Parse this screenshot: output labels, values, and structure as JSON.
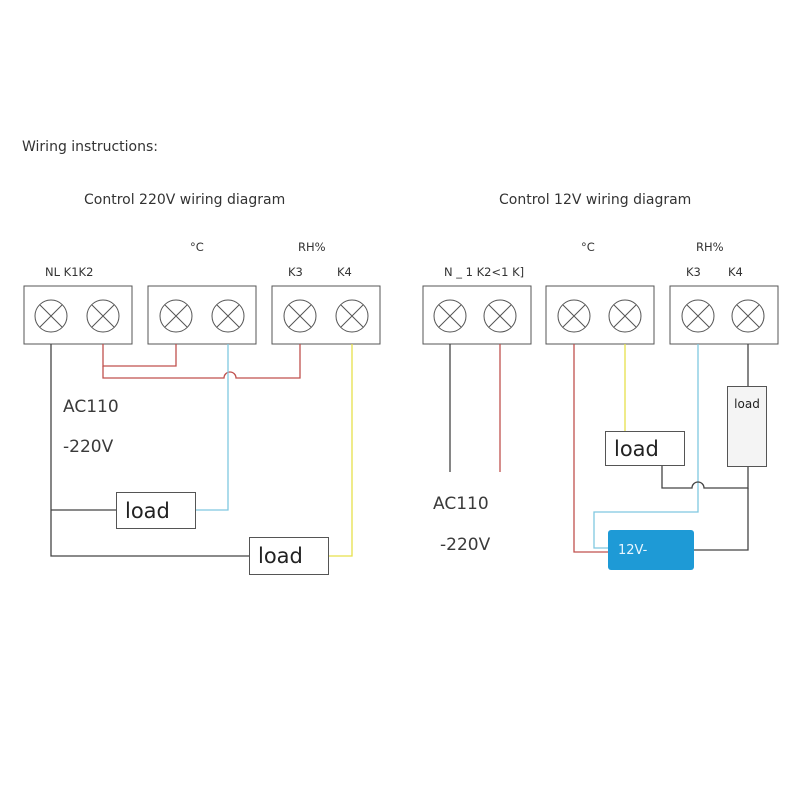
{
  "title": "Wiring instructions:",
  "left_diagram": {
    "heading": "Control 220V wiring diagram",
    "label_nl": "NL K1K2",
    "label_temp": "°C",
    "label_rh": "RH%",
    "label_k3": "K3",
    "label_k4": "K4",
    "ac_line1": "AC110",
    "ac_line2": "-220V",
    "load_a": "load",
    "load_b": "load"
  },
  "right_diagram": {
    "heading": "Control 12V wiring diagram",
    "label_n": "N _ 1 K2<1 K]",
    "label_temp": "°C",
    "label_rh": "RH%",
    "label_k3": "K3",
    "label_k4": "K4",
    "ac_line1": "AC110",
    "ac_line2": "-220V",
    "load_a": "load",
    "load_b": "load",
    "battery": "12V-"
  },
  "colors": {
    "wire_dark": "#444444",
    "wire_red": "#c0504d",
    "wire_blue": "#7fc8e0",
    "wire_yellow": "#e6e04a",
    "battery": "#1e9ad6"
  }
}
